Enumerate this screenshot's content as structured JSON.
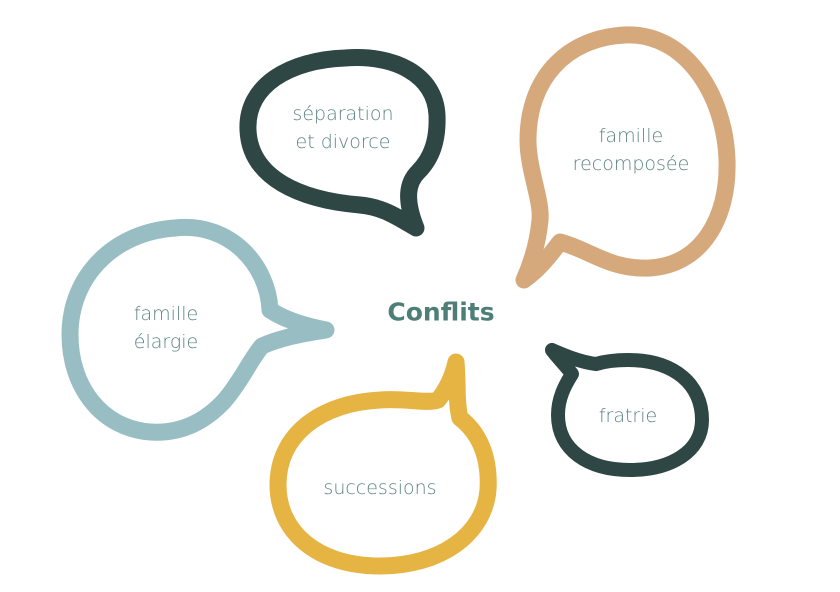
{
  "center": {
    "title": "Conflits"
  },
  "bubbles": [
    {
      "id": "separation",
      "label": "séparation\net divorce",
      "color": "#2e4644"
    },
    {
      "id": "recomposee",
      "label": "famille\nrecomposée",
      "color": "#d6a97d"
    },
    {
      "id": "elargie",
      "label": "famille\nélargie",
      "color": "#98bec3"
    },
    {
      "id": "successions",
      "label": "successions",
      "color": "#e5b442"
    },
    {
      "id": "fratrie",
      "label": "fratrie",
      "color": "#2e4644"
    }
  ]
}
